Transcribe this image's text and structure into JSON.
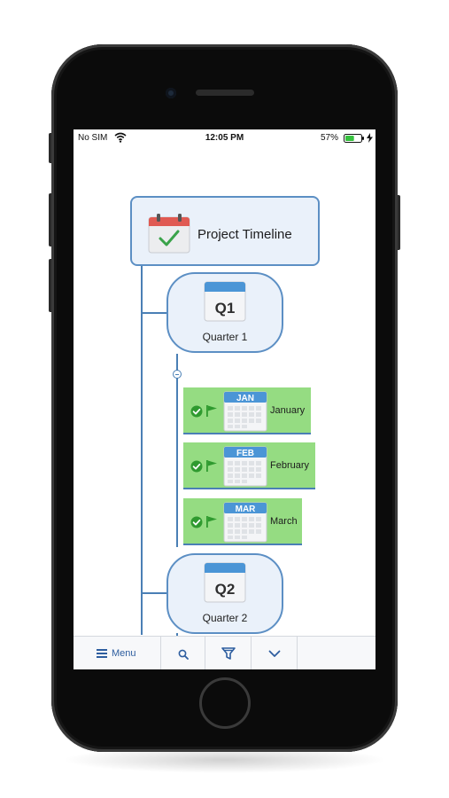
{
  "status_bar": {
    "carrier": "No SIM",
    "time": "12:05 PM",
    "battery_percent": "57%",
    "battery_level": 0.57
  },
  "root": {
    "label": "Project Timeline",
    "icon": "calendar-check-icon"
  },
  "quarters": [
    {
      "badge": "Q1",
      "label": "Quarter 1"
    },
    {
      "badge": "Q2",
      "label": "Quarter 2"
    }
  ],
  "months": [
    {
      "badge": "JAN",
      "label": "January",
      "status_icons": [
        "check-circle-icon",
        "flag-icon"
      ]
    },
    {
      "badge": "FEB",
      "label": "February",
      "status_icons": [
        "check-circle-icon",
        "flag-icon"
      ]
    },
    {
      "badge": "MAR",
      "label": "March",
      "status_icons": [
        "check-circle-icon",
        "flag-icon"
      ]
    }
  ],
  "toolbar": {
    "menu_label": "Menu",
    "icons": [
      "menu-icon",
      "search-icon",
      "filter-icon",
      "chevron-down-icon"
    ]
  },
  "colors": {
    "node_fill": "#eaf1fa",
    "node_border": "#5c8fc4",
    "connector": "#4a7fb5",
    "month_fill": "#95dc82",
    "check_green": "#2f9a2f",
    "calendar_blue": "#4b95d6",
    "calendar_red": "#e05a52"
  }
}
